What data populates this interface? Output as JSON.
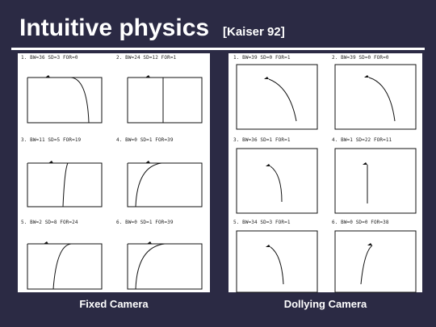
{
  "title": "Intuitive physics",
  "citation": "[Kaiser 92]",
  "left_panel": {
    "caption": "Fixed Camera",
    "trials": [
      {
        "label": "1.  BW=36 SD=3  FOR=0"
      },
      {
        "label": "2.  BW=24 SD=12  FOR=1"
      },
      {
        "label": "3.  BW=11 SD=5  FOR=19"
      },
      {
        "label": "4.  BW=0 SD=1  FOR=39"
      },
      {
        "label": "5.  BW=2 SD=8  FOR=24"
      },
      {
        "label": "6.  BW=0 SD=1  FOR=39"
      }
    ]
  },
  "right_panel": {
    "caption": "Dollying Camera",
    "trials": [
      {
        "label": "1.  BW=39 SD=0  FOR=1"
      },
      {
        "label": "2.  BW=39 SD=0  FOR=0"
      },
      {
        "label": "3.  BW=36 SD=1  FOR=1"
      },
      {
        "label": "4.  BW=1 SD=22  FOR=11"
      },
      {
        "label": "5.  BW=34 SD=3  FOR=1"
      },
      {
        "label": "6.  BW=0 SD=0  FOR=38"
      }
    ]
  }
}
